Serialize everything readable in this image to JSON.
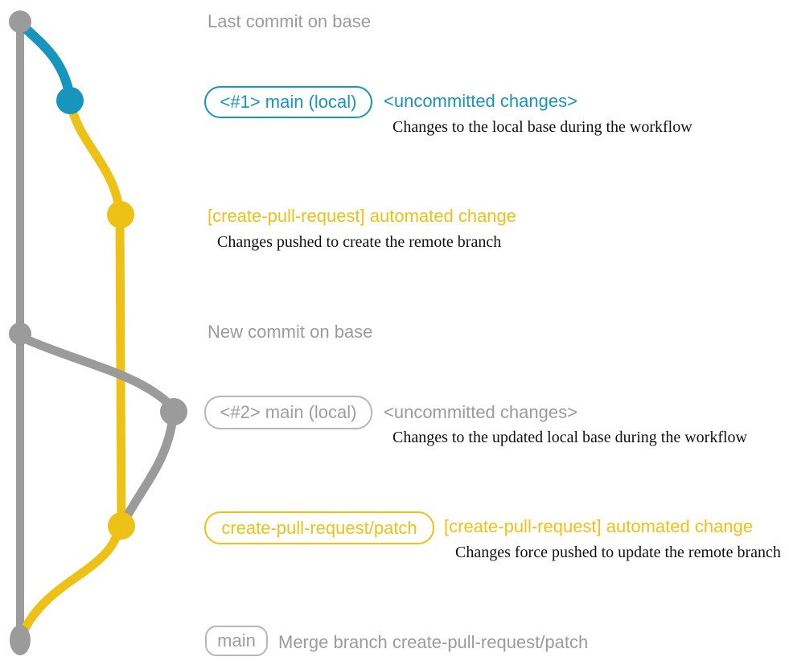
{
  "colors": {
    "gray": "#9b9b9b",
    "blue": "#1895bd",
    "yellow": "#eec117",
    "dark": "#111111"
  },
  "texts": {
    "last_commit": "Last commit on base",
    "commit1_badge": "<#1> main (local)",
    "commit1_title": "<uncommitted changes>",
    "commit1_desc": "Changes to the local base during the workflow",
    "push1_title": "[create-pull-request] automated change",
    "push1_desc": "Changes pushed to create the remote branch",
    "new_commit": "New commit on base",
    "commit2_badge": "<#2> main (local)",
    "commit2_title": "<uncommitted changes>",
    "commit2_desc": "Changes to the updated local base during the workflow",
    "push2_badge": "create-pull-request/patch",
    "push2_title": "[create-pull-request] automated change",
    "push2_desc": "Changes force pushed to update the remote branch",
    "merge_badge": "main",
    "merge_label": "Merge branch create-pull-request/patch"
  },
  "graph": {
    "branches": [
      {
        "name": "base",
        "color_key": "gray"
      },
      {
        "name": "main-local",
        "color_key": "blue"
      },
      {
        "name": "create-pull-request/patch",
        "color_key": "yellow"
      }
    ],
    "commit_nodes": [
      {
        "name": "last-commit-on-base",
        "color_key": "gray"
      },
      {
        "name": "local-uncommitted-1",
        "color_key": "blue"
      },
      {
        "name": "automated-change-1",
        "color_key": "yellow"
      },
      {
        "name": "new-commit-on-base",
        "color_key": "gray"
      },
      {
        "name": "local-uncommitted-2",
        "color_key": "gray"
      },
      {
        "name": "automated-change-2",
        "color_key": "yellow"
      },
      {
        "name": "merge-commit",
        "color_key": "gray"
      }
    ]
  }
}
